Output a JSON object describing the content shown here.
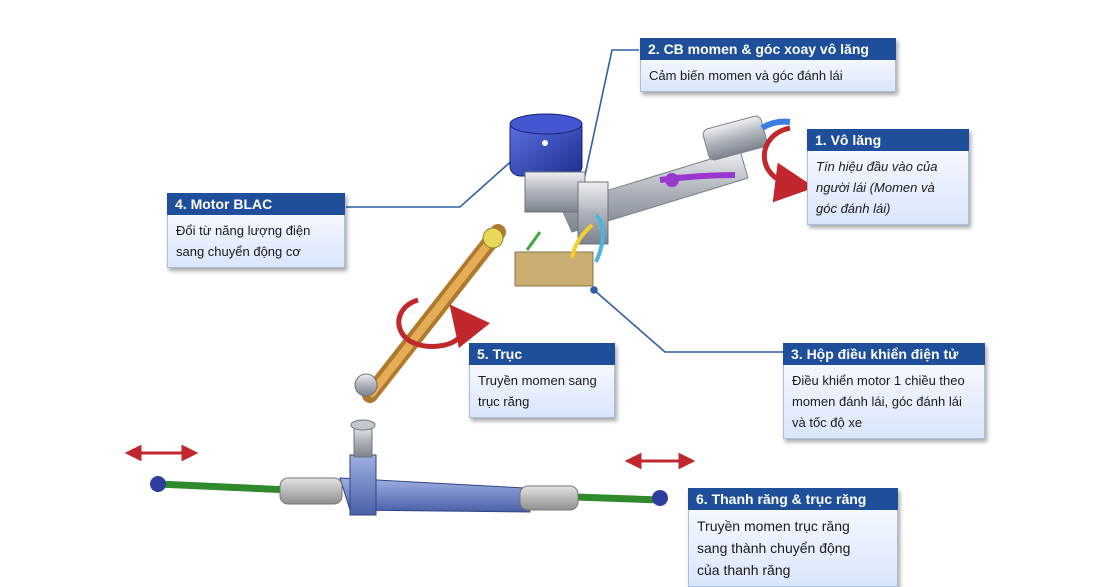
{
  "callouts": {
    "c1": {
      "title": "1. Vô lăng",
      "lines": [
        "Tín hiệu đầu vào của",
        "người lái (Momen và",
        "góc đánh lái)"
      ]
    },
    "c2": {
      "title": "2. CB momen & góc xoay vô lăng",
      "lines": [
        "Cảm biến momen và góc đánh lái"
      ]
    },
    "c3": {
      "title": "3. Hộp điều khiển điện tử",
      "lines": [
        "Điều khiển motor 1 chiều theo",
        "momen đánh lái, góc đánh lái",
        "và tốc độ xe"
      ]
    },
    "c4": {
      "title": "4. Motor BLAC",
      "lines": [
        "Đổi từ năng lượng điện",
        "sang chuyển động cơ"
      ]
    },
    "c5": {
      "title": "5. Trục",
      "lines": [
        "Truyền momen sang",
        "trục răng"
      ]
    },
    "c6": {
      "title": "6. Thanh răng & trục răng",
      "lines": [
        "Truyền momen trục răng",
        "sang thành chuyển động",
        "của thanh răng"
      ]
    }
  },
  "colors": {
    "callout_header": "#1f4f9a",
    "leader_line": "#2e5fa8",
    "rotation_arrow": "#c0282d",
    "motor": "#2a3fbf",
    "steering_column": "#b9bec6",
    "shaft": "#d99a3c",
    "rack_housing": "#6f86c9",
    "tie_rod": "#3ea83a",
    "ecu_box": "#c9ad72"
  },
  "icons": [
    "rotation-arrow-icon",
    "double-arrow-icon"
  ]
}
